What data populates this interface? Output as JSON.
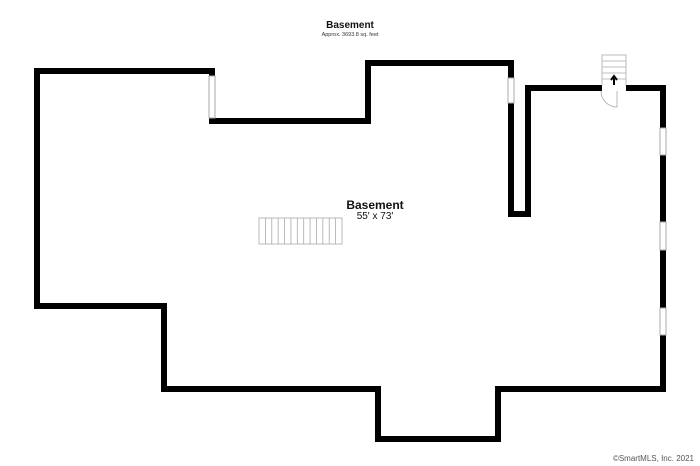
{
  "header": {
    "title": "Basement",
    "area": "Approx. 3693.8 sq. feet"
  },
  "room": {
    "name": "Basement",
    "dimensions": "55' x 73'"
  },
  "footer": {
    "copyright": "©SmartMLS, Inc.  2021"
  },
  "colors": {
    "wall": "#000000",
    "window": "#bbbbbb"
  }
}
